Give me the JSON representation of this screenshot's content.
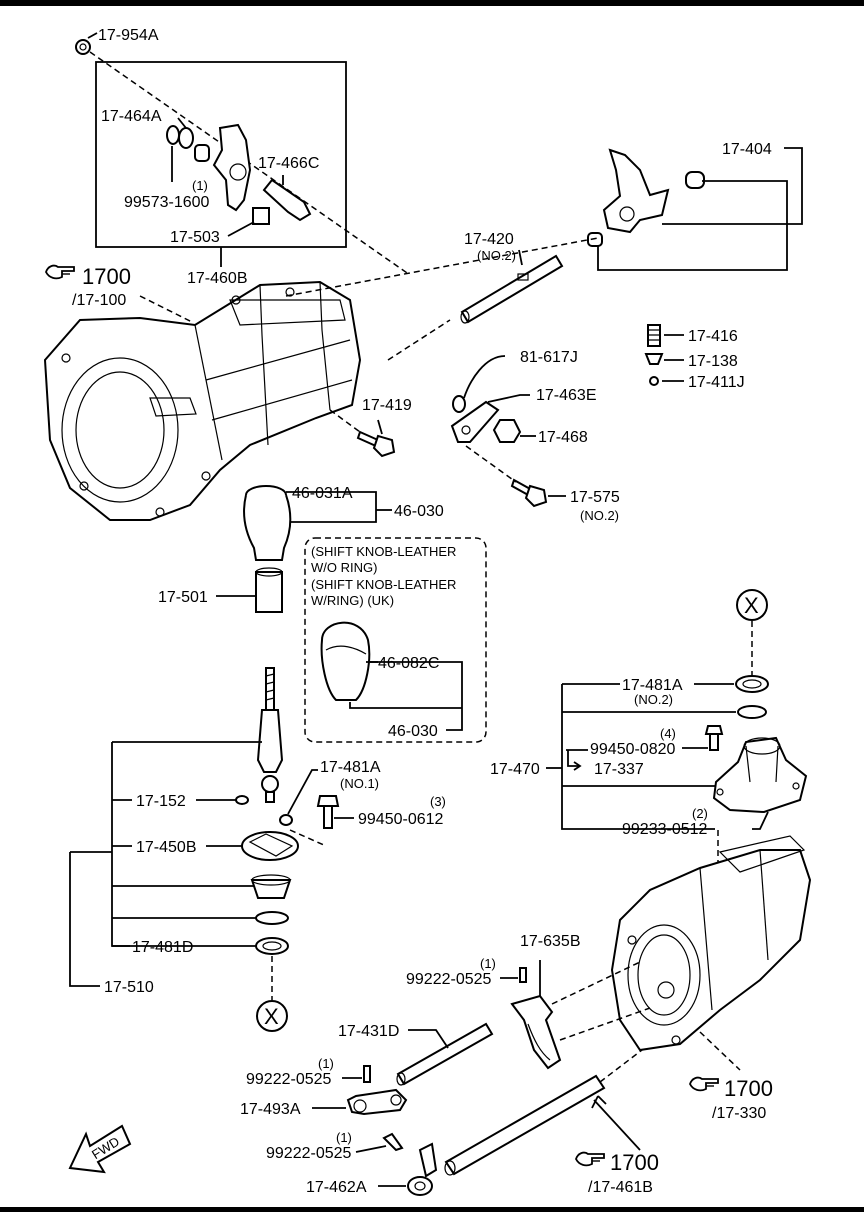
{
  "colors": {
    "ink": "#000000",
    "paper": "#ffffff"
  },
  "labels": {
    "p17_954A": "17-954A",
    "p17_464A": "17-464A",
    "q1_a": "(1)",
    "p99573_1600": "99573-1600",
    "p17_466C": "17-466C",
    "p17_503": "17-503",
    "p17_460B": "17-460B",
    "ref1700_a": "1700",
    "ref17_100": "/17-100",
    "p17_404": "17-404",
    "p17_420": "17-420",
    "no2_a": "(NO.2)",
    "p17_416": "17-416",
    "p17_138": "17-138",
    "p17_411J": "17-411J",
    "p81_617J": "81-617J",
    "p17_463E": "17-463E",
    "p17_468": "17-468",
    "p17_419": "17-419",
    "p17_575": "17-575",
    "no2_b": "(NO.2)",
    "p46_031A": "46-031A",
    "p46_030a": "46-030",
    "p17_501": "17-501",
    "knob_note_1": "(SHIFT KNOB-LEATHER",
    "knob_note_2": "W/O RING)",
    "knob_note_3": "(SHIFT KNOB-LEATHER",
    "knob_note_4": "W/RING) (UK)",
    "p46_082C": "46-082C",
    "p46_030b": "46-030",
    "x_top": "X",
    "p17_481A_no2": "17-481A",
    "no2_c": "(NO.2)",
    "q4": "(4)",
    "p99450_0820": "99450-0820",
    "p17_470": "17-470",
    "p17_337": "17-337",
    "q2": "(2)",
    "p99233_0512": "99233-0512",
    "p17_152": "17-152",
    "p17_481A_no1": "17-481A",
    "no1": "(NO.1)",
    "q3": "(3)",
    "p99450_0612": "99450-0612",
    "p17_450B": "17-450B",
    "p17_481D": "17-481D",
    "p17_510": "17-510",
    "x_bottom": "X",
    "p17_635B": "17-635B",
    "q1_b": "(1)",
    "p99222_0525a": "99222-0525",
    "p17_431D": "17-431D",
    "q1_c": "(1)",
    "p99222_0525b": "99222-0525",
    "p17_493A": "17-493A",
    "ref1700_b": "1700",
    "ref17_330": "/17-330",
    "fwd": "FWD",
    "q1_d": "(1)",
    "p99222_0525c": "99222-0525",
    "ref1700_c": "1700",
    "ref17_461B": "/17-461B",
    "p17_462A": "17-462A"
  },
  "icons": [
    "reference-hand-icon",
    "fwd-arrow-icon"
  ]
}
